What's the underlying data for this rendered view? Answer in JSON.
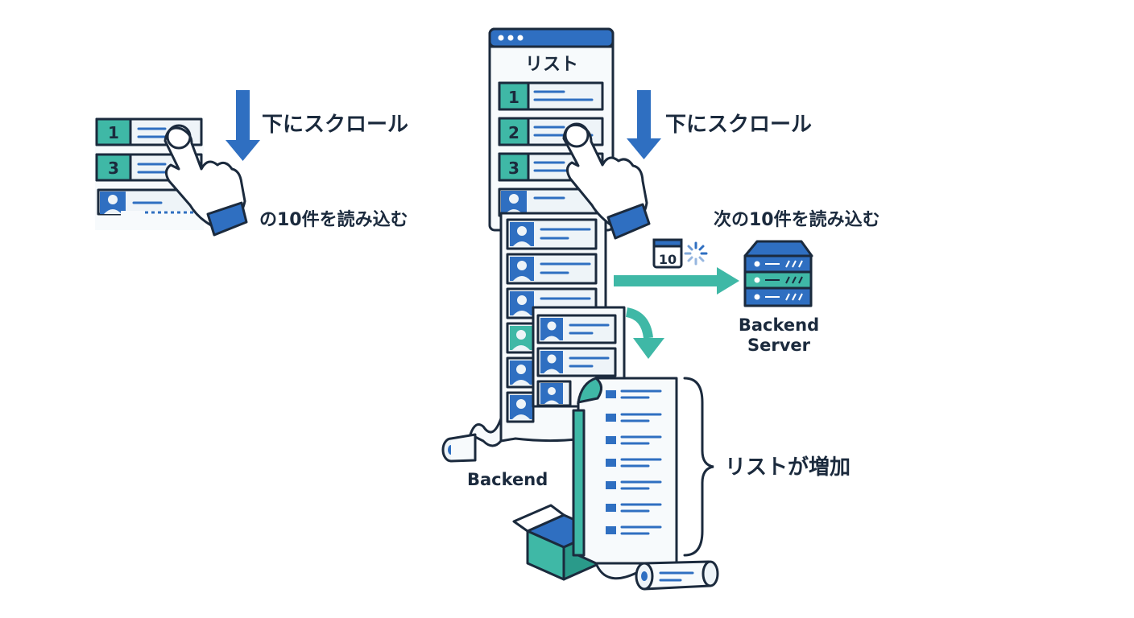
{
  "labels": {
    "scroll_left": "下にスクロール",
    "load_left": "の10件を読み込む",
    "list_title": "リスト",
    "scroll_right": "下にスクロール",
    "load_right": "次の10件を読み込む",
    "server_line1": "Backend",
    "server_line2": "Server",
    "backend": "Backend",
    "list_grows": "リストが増加"
  },
  "left_rows": [
    "1",
    "3"
  ],
  "list_rows": [
    "1",
    "2",
    "3"
  ],
  "calendar_badge": "10",
  "colors": {
    "ink": "#1b2a3d",
    "blue": "#2f6fc1",
    "teal": "#3fb8a6",
    "paper": "#eef4f8"
  },
  "icons": [
    "hand-pointer-icon",
    "arrow-down-icon",
    "server-icon",
    "calendar-icon",
    "spinner-icon",
    "box-icon",
    "scroll-roll-icon",
    "user-avatar-icon"
  ]
}
